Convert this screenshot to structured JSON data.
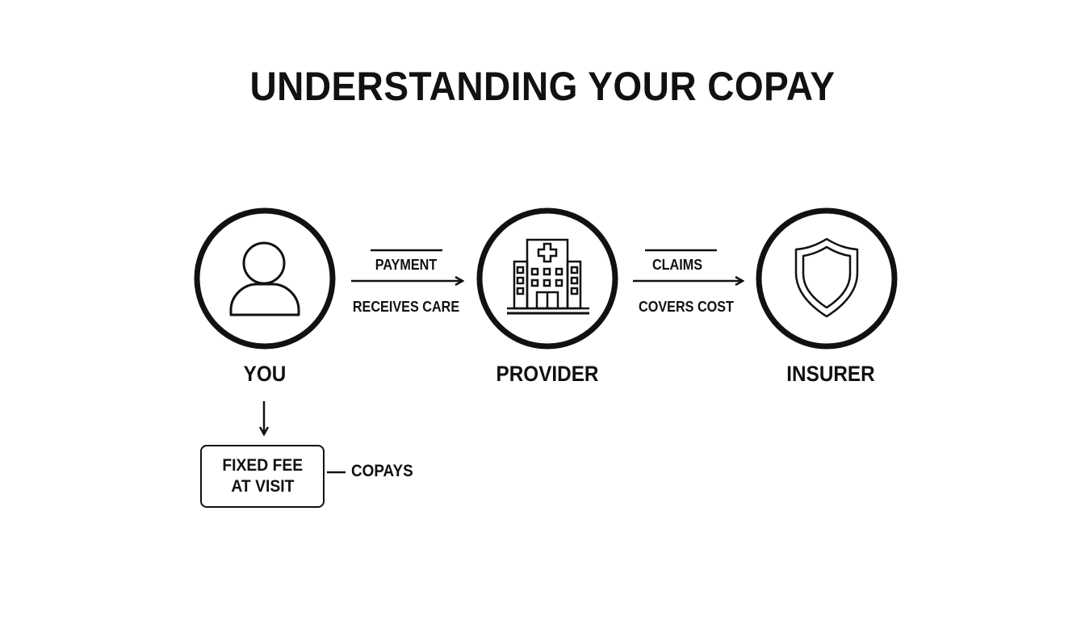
{
  "title": "UNDERSTANDING YOUR COPAY",
  "nodes": {
    "you": {
      "label": "YOU",
      "icon": "person-icon"
    },
    "provider": {
      "label": "PROVIDER",
      "icon": "hospital-icon"
    },
    "insurer": {
      "label": "INSURER",
      "icon": "shield-icon"
    }
  },
  "edges": {
    "you_to_provider": {
      "top_label": "PAYMENT",
      "bottom_label": "RECEIVES CARE"
    },
    "provider_to_insurer": {
      "top_label": "CLAIMS",
      "bottom_label": "COVERS COST"
    }
  },
  "fee_box": {
    "line1": "FIXED FEE",
    "line2": "AT VISIT",
    "side_label": "COPAYS"
  },
  "colors": {
    "ink": "#111111",
    "background": "#ffffff"
  }
}
